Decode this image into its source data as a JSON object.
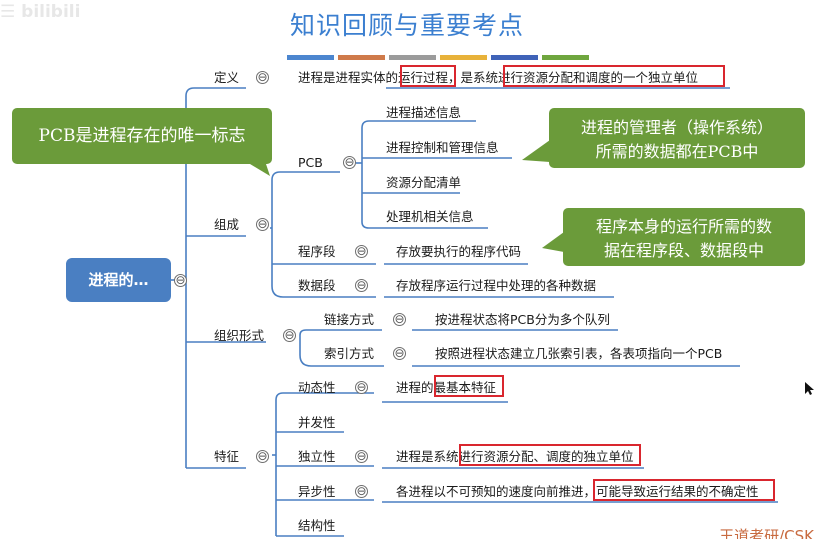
{
  "watermark": "☰ bilibili",
  "title": "知识回顾与重要考点",
  "color_bars": [
    "#4c86cf",
    "#cf7a4a",
    "#9b9b9b",
    "#e8b23a",
    "#3f63b8",
    "#6fa63e"
  ],
  "root": "进程的…",
  "branches": {
    "definition": {
      "label": "定义",
      "text": "进程是进程实体的运行过程，是系统进行资源分配和调度的一个独立单位"
    },
    "composition": {
      "label": "组成",
      "pcb": {
        "label": "PCB",
        "items": [
          "进程描述信息",
          "进程控制和管理信息",
          "资源分配清单",
          "处理机相关信息"
        ]
      },
      "program": {
        "label": "程序段",
        "text": "存放要执行的程序代码"
      },
      "data": {
        "label": "数据段",
        "text": "存放程序运行过程中处理的各种数据"
      }
    },
    "organization": {
      "label": "组织形式",
      "linked": {
        "label": "链接方式",
        "text": "按进程状态将PCB分为多个队列"
      },
      "indexed": {
        "label": "索引方式",
        "text": "按照进程状态建立几张索引表，各表项指向一个PCB"
      }
    },
    "features": {
      "label": "特征",
      "dynamic": {
        "label": "动态性",
        "text": "进程的最基本特征"
      },
      "concurrent": {
        "label": "并发性"
      },
      "independent": {
        "label": "独立性",
        "text": "进程是系统进行资源分配、调度的独立单位"
      },
      "async": {
        "label": "异步性",
        "text": "各进程以不可预知的速度向前推进，可能导致运行结果的不确定性"
      },
      "structural": {
        "label": "结构性"
      }
    }
  },
  "callouts": {
    "pcb_unique": "PCB是进程存在的唯一标志",
    "manager_line1": "进程的管理者（操作系统）",
    "manager_line2": "所需的数据都在PCB中",
    "program_line1": "程序本身的运行所需的数",
    "program_line2": "据在程序段、数据段中"
  },
  "collapse_symbol": "⊖",
  "credit": "王道考研/CSK"
}
